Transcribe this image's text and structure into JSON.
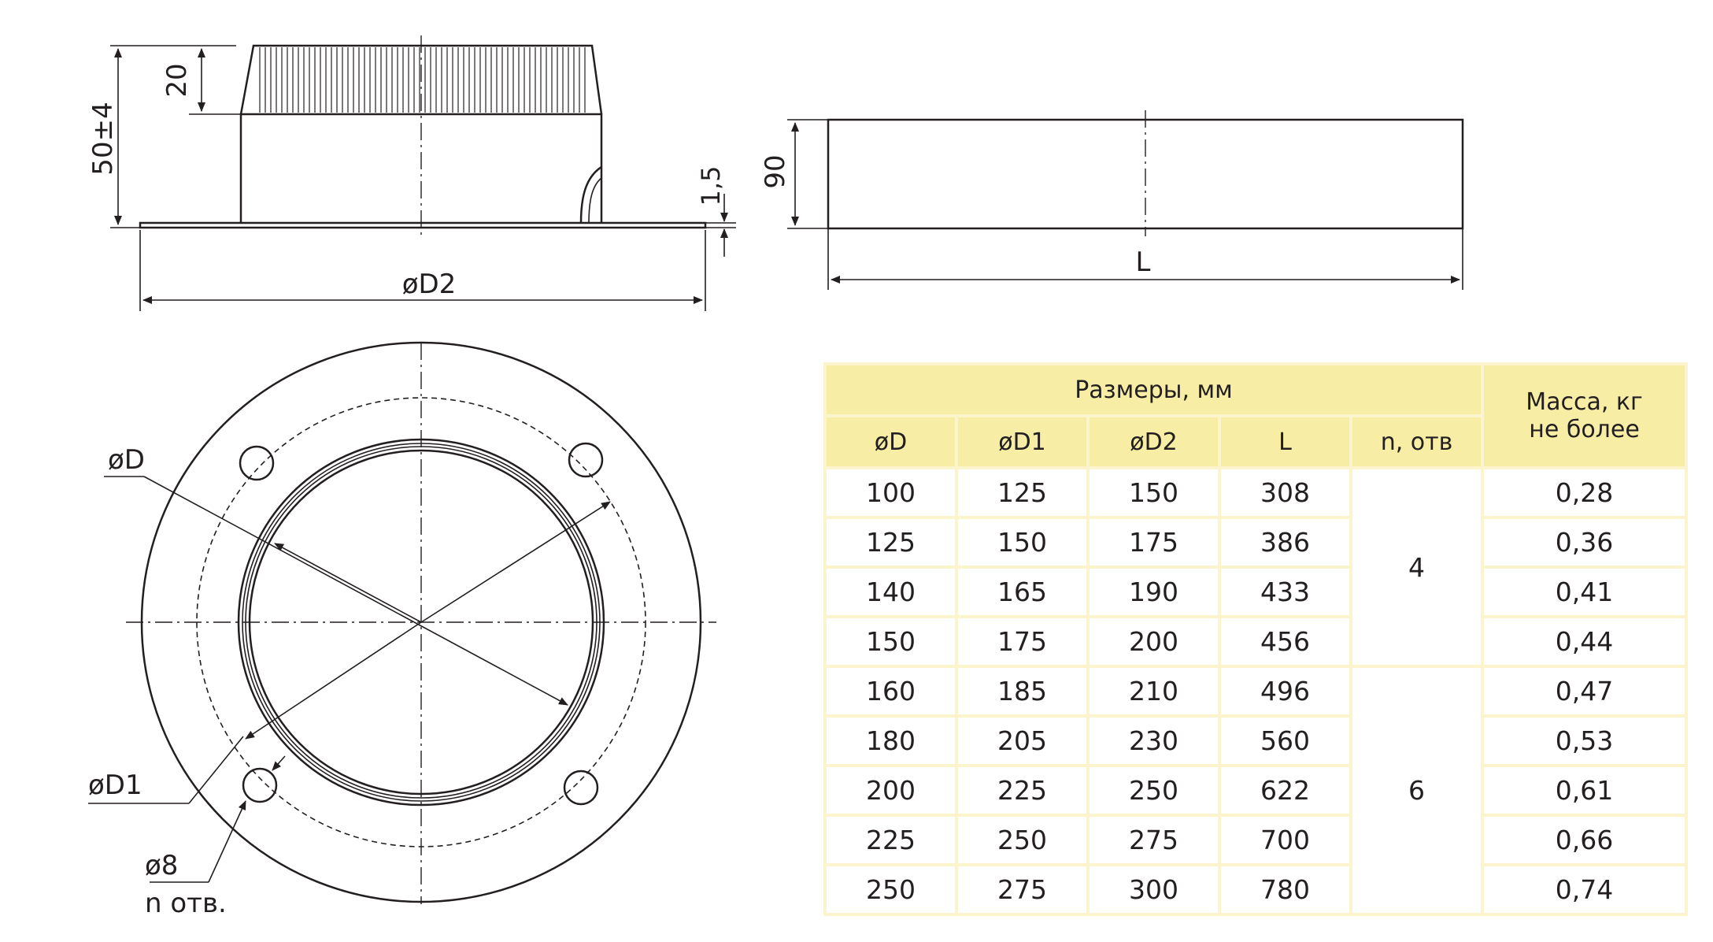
{
  "diagram": {
    "side_view": {
      "height_label": "50±4",
      "top_label": "20",
      "thickness_label": "1,5",
      "diameter_label": "øD2"
    },
    "front_view": {
      "height_label": "90",
      "length_label": "L"
    },
    "plan_view": {
      "d_label": "øD",
      "d1_label": "øD1",
      "hole_label": "ø8",
      "holes_count_label": "n отв."
    }
  },
  "table": {
    "group_header": "Размеры, мм",
    "mass_header_line1": "Масса, кг",
    "mass_header_line2": "не более",
    "columns": [
      "øD",
      "øD1",
      "øD2",
      "L",
      "n, отв"
    ],
    "rows": [
      {
        "d": "100",
        "d1": "125",
        "d2": "150",
        "l": "308",
        "mass": "0,28"
      },
      {
        "d": "125",
        "d1": "150",
        "d2": "175",
        "l": "386",
        "mass": "0,36"
      },
      {
        "d": "140",
        "d1": "165",
        "d2": "190",
        "l": "433",
        "mass": "0,41"
      },
      {
        "d": "150",
        "d1": "175",
        "d2": "200",
        "l": "456",
        "mass": "0,44"
      },
      {
        "d": "160",
        "d1": "185",
        "d2": "210",
        "l": "496",
        "mass": "0,47"
      },
      {
        "d": "180",
        "d1": "205",
        "d2": "230",
        "l": "560",
        "mass": "0,53"
      },
      {
        "d": "200",
        "d1": "225",
        "d2": "250",
        "l": "622",
        "mass": "0,61"
      },
      {
        "d": "225",
        "d1": "250",
        "d2": "275",
        "l": "700",
        "mass": "0,66"
      },
      {
        "d": "250",
        "d1": "275",
        "d2": "300",
        "l": "780",
        "mass": "0,74"
      }
    ],
    "n_groups": [
      {
        "value": "4",
        "rows": 4
      },
      {
        "value": "6",
        "rows": 5
      }
    ]
  },
  "colors": {
    "header_fill": "#f7eda5",
    "table_border": "#fbf4cc",
    "ink": "#231f20"
  }
}
